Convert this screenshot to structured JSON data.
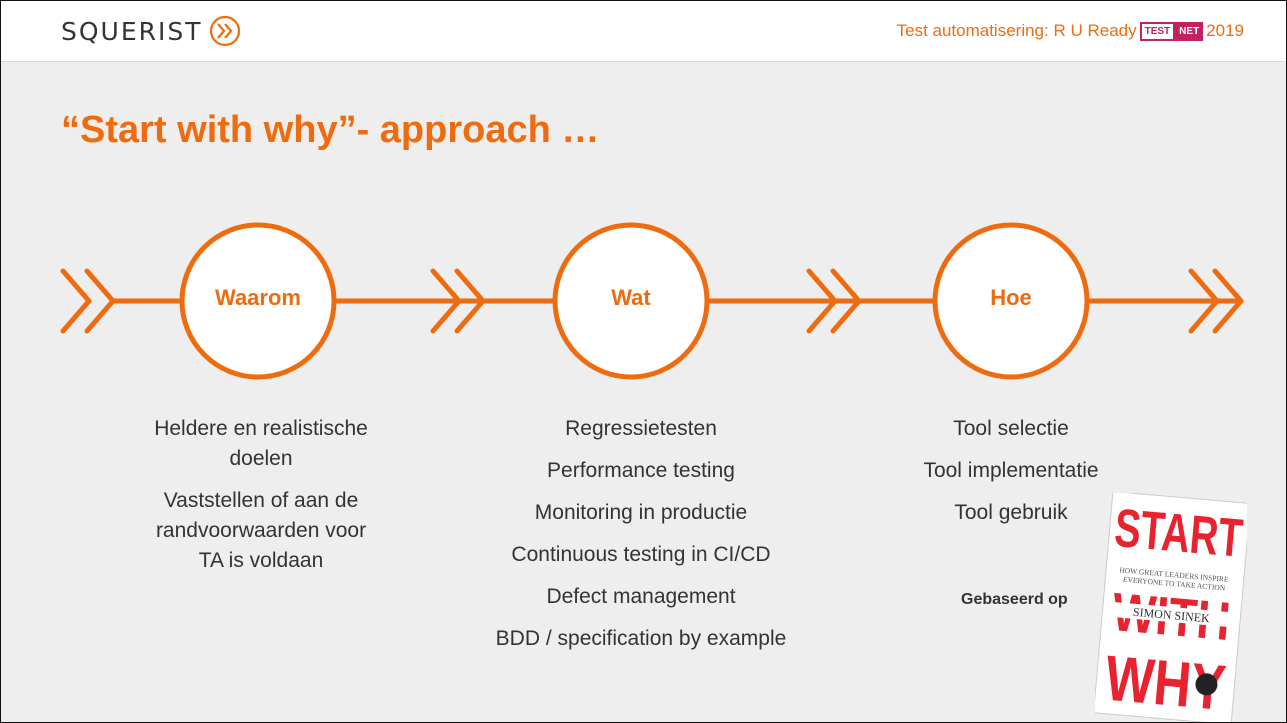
{
  "header": {
    "logo_text": "SQUERIST",
    "event_prefix": "Test automatisering: R U Ready",
    "badge_left": "TEST",
    "badge_right": "NET",
    "event_year": "2019"
  },
  "title": "“Start with why”- approach …",
  "steps": [
    {
      "label": "Waarom",
      "items": [
        "Heldere en realistische doelen",
        "Vaststellen of aan de randvoorwaarden voor TA is voldaan"
      ]
    },
    {
      "label": "Wat",
      "items": [
        "Regressietesten",
        "Performance testing",
        "Monitoring in productie",
        "Continuous testing in CI/CD",
        "Defect management",
        "BDD / specification by example"
      ]
    },
    {
      "label": "Hoe",
      "items": [
        "Tool selectie",
        "Tool implementatie",
        "Tool gebruik"
      ]
    }
  ],
  "based_on": "Gebaseerd op",
  "book": {
    "title_lines": [
      "START",
      "WITH",
      "WHY"
    ],
    "subtitle": "HOW GREAT LEADERS INSPIRE EVERYONE TO TAKE ACTION",
    "author": "SIMON SINEK"
  },
  "colors": {
    "accent": "#ee6c0f",
    "text": "#333333",
    "background": "#eeeeee",
    "book_red": "#e8232f"
  }
}
